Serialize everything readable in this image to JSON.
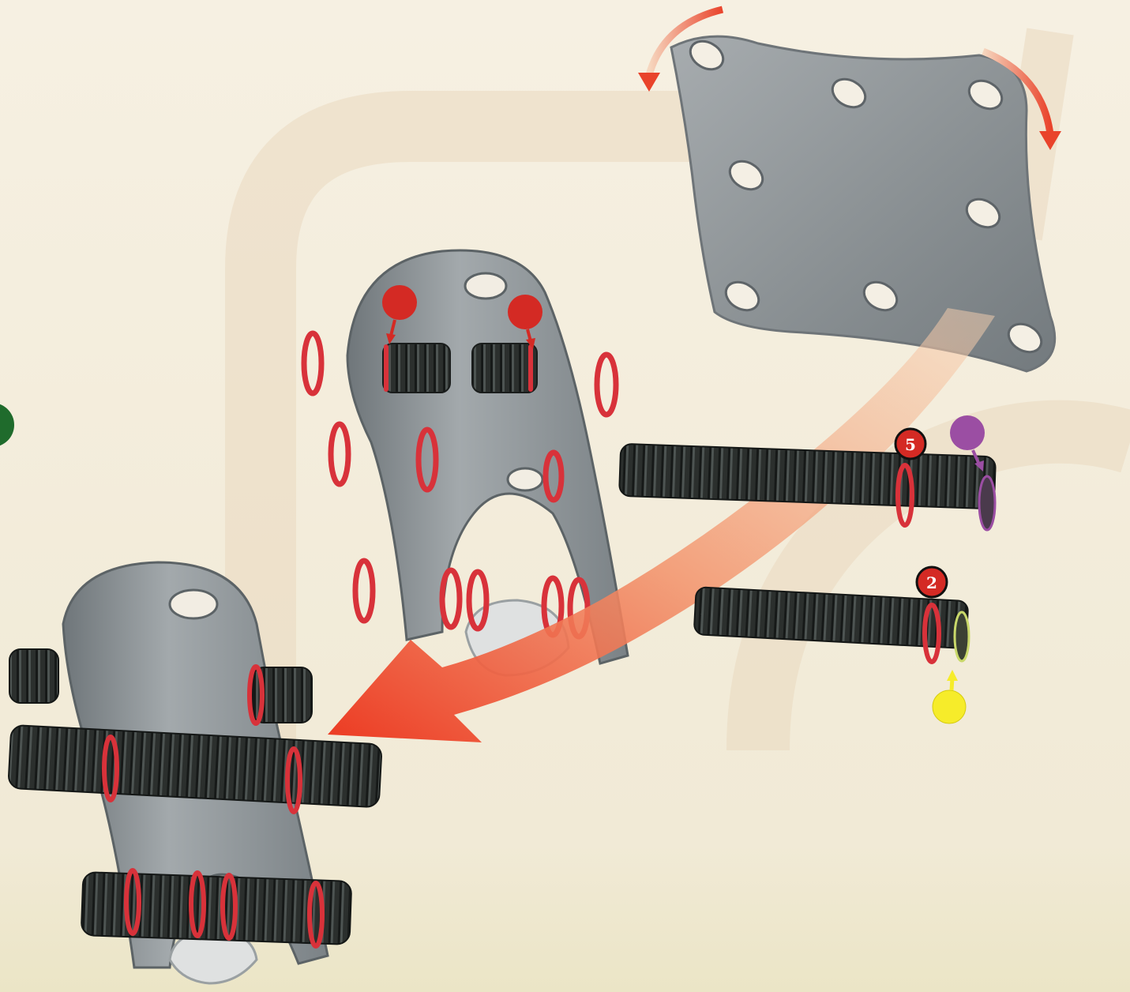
{
  "instruction_step": {
    "badges": [
      {
        "id": "count-five",
        "label": "5"
      },
      {
        "id": "count-two",
        "label": "2"
      }
    ],
    "callout_colors": {
      "red": "#d42a24",
      "purple": "#9b4ea3",
      "yellow": "#f6ec2a",
      "green": "#1f6b2c"
    },
    "part_colors": {
      "plate": "#8d9396",
      "rod": "#2b2f2d",
      "o_ring": "#d8323a",
      "arrow": "#ee4a2c"
    }
  }
}
